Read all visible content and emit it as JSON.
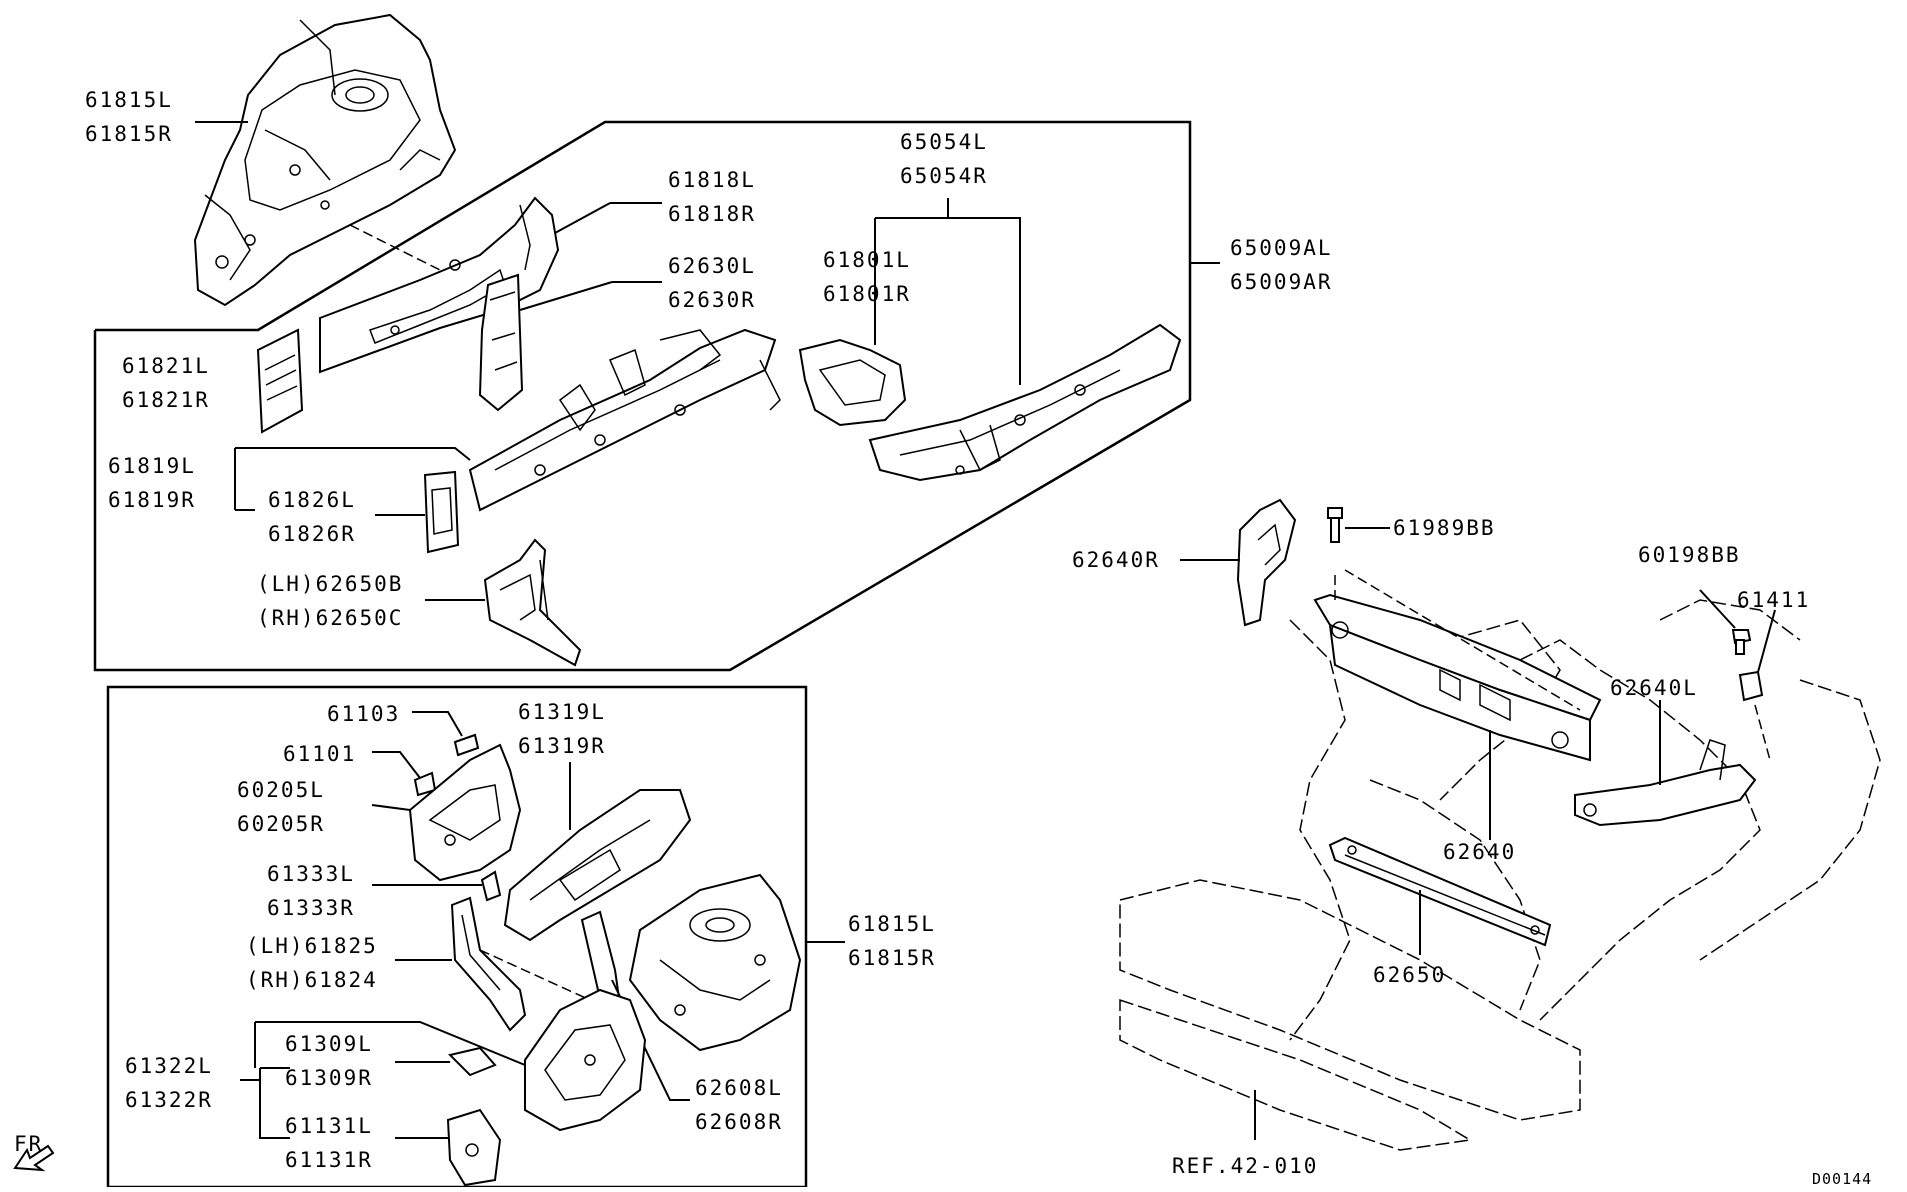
{
  "diagram": {
    "drawing_code": "D00144",
    "direction_marker": "FR",
    "labels": {
      "p61815L_top": "61815L",
      "p61815R_top": "61815R",
      "p61818L": "61818L",
      "p61818R": "61818R",
      "p62630L": "62630L",
      "p62630R": "62630R",
      "p65054L": "65054L",
      "p65054R": "65054R",
      "p61801L": "61801L",
      "p61801R": "61801R",
      "p65009AL": "65009AL",
      "p65009AR": "65009AR",
      "p61821L": "61821L",
      "p61821R": "61821R",
      "p61819L": "61819L",
      "p61819R": "61819R",
      "p61826L": "61826L",
      "p61826R": "61826R",
      "p62650B": "(LH)62650B",
      "p62650C": "(RH)62650C",
      "p61103": "61103",
      "p61101": "61101",
      "p60205L": "60205L",
      "p60205R": "60205R",
      "p61319L": "61319L",
      "p61319R": "61319R",
      "p61333L": "61333L",
      "p61333R": "61333R",
      "p61825": "(LH)61825",
      "p61824": "(RH)61824",
      "p61815L_bot": "61815L",
      "p61815R_bot": "61815R",
      "p61322L": "61322L",
      "p61322R": "61322R",
      "p61309L": "61309L",
      "p61309R": "61309R",
      "p61131L": "61131L",
      "p61131R": "61131R",
      "p62608L": "62608L",
      "p62608R": "62608R",
      "p61989BB": "61989BB",
      "p62640R": "62640R",
      "p60198BB": "60198BB",
      "p61411": "61411",
      "p62640L": "62640L",
      "p62640": "62640",
      "p62650": "62650",
      "ref": "REF.42-010"
    }
  }
}
